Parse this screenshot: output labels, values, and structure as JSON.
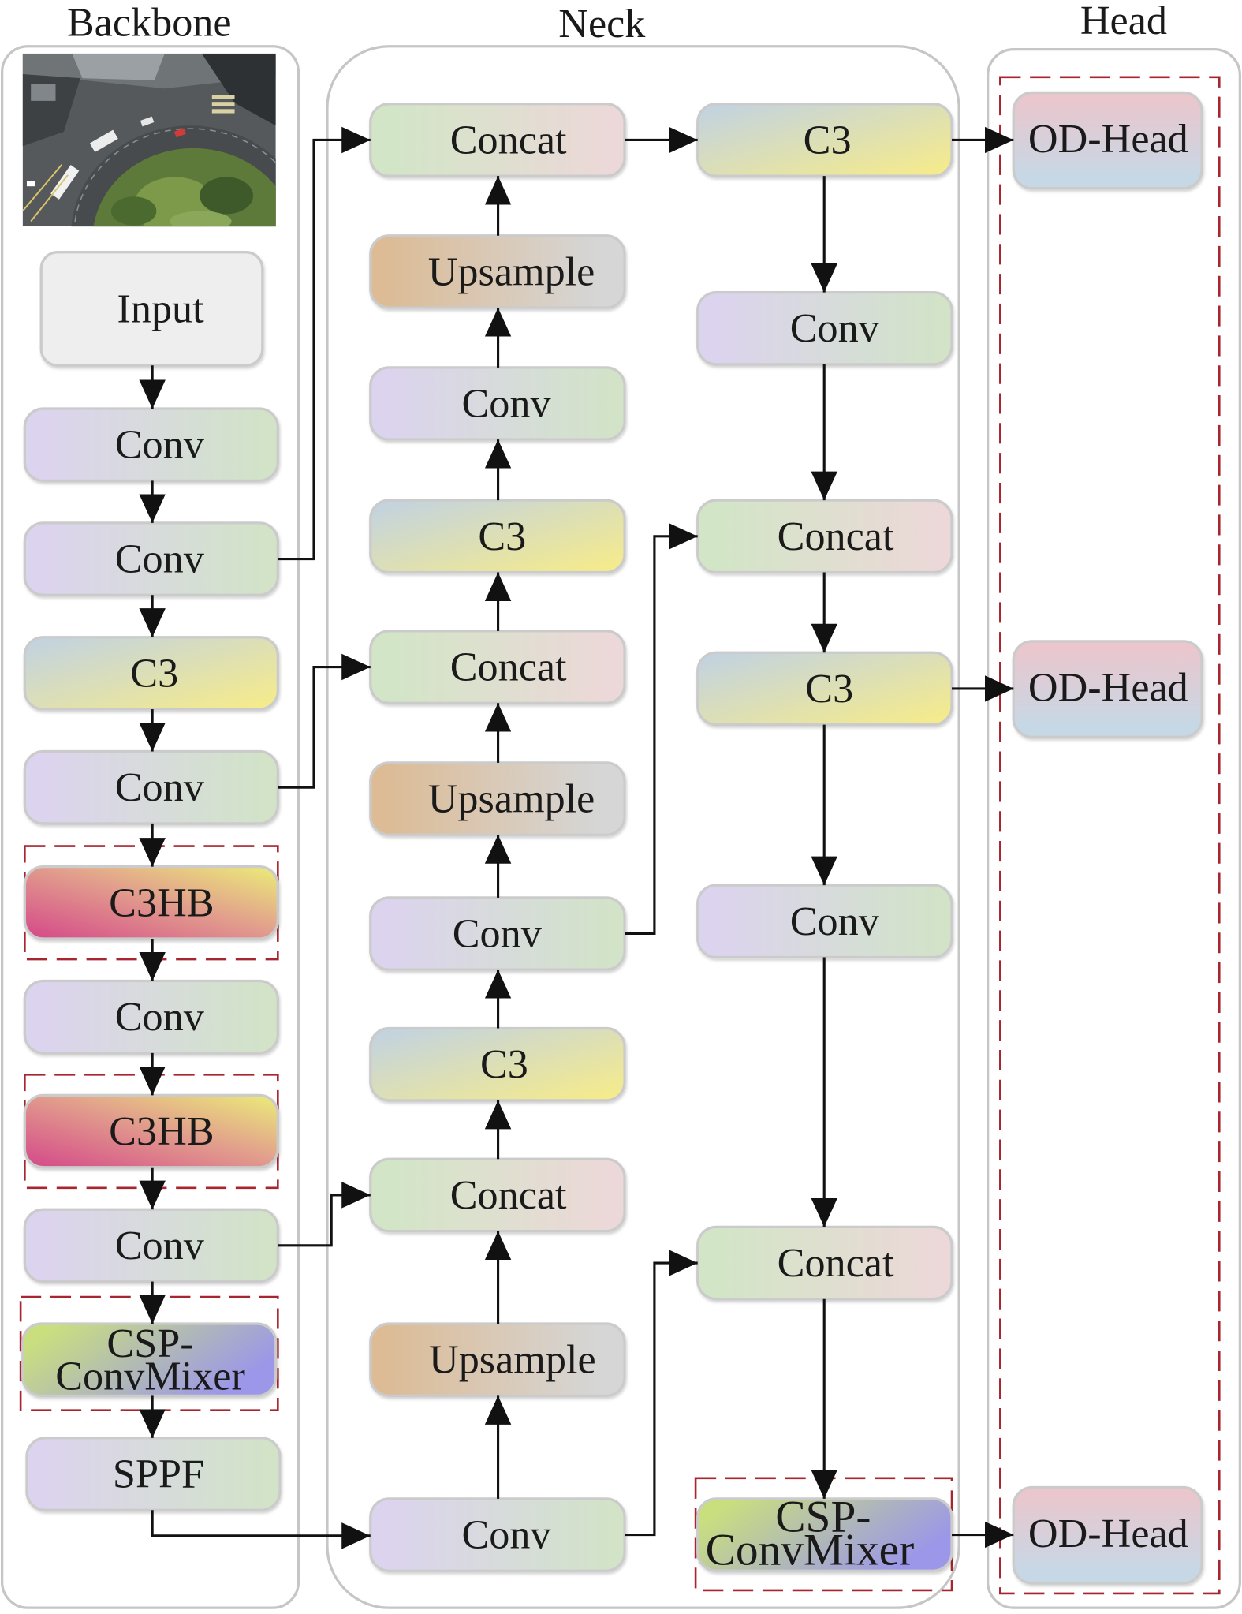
{
  "titles": {
    "backbone": "Backbone",
    "neck": "Neck",
    "head": "Head"
  },
  "backbone": [
    "Input",
    "Conv",
    "Conv",
    "C3",
    "Conv",
    "C3HB",
    "Conv",
    "C3HB",
    "Conv",
    [
      "CSP-",
      "ConvMixer"
    ],
    "SPPF"
  ],
  "neck": {
    "left_column": [
      "Concat",
      "Upsample",
      "Conv",
      "C3",
      "Concat",
      "Upsample",
      "Conv",
      "C3",
      "Concat",
      "Upsample",
      "Conv"
    ],
    "right_column": [
      "C3",
      "Conv",
      "Concat",
      "C3",
      "Conv",
      "Concat",
      [
        "CSP-",
        "ConvMixer"
      ]
    ]
  },
  "head": [
    "OD-Head",
    "OD-Head",
    "OD-Head"
  ],
  "colors": {
    "input": "#eeeeee",
    "conv": [
      "#dcd3ef",
      "#d2e3c8"
    ],
    "c3": [
      "#c3d3df",
      "#f5eb8c"
    ],
    "concat": [
      "#d3e5c7",
      "#ecd8d8"
    ],
    "upsample": [
      "#dcbb95",
      "#d6d6d6"
    ],
    "c3hb": [
      "#d6508a",
      "#e2a08c",
      "#eae47b"
    ],
    "csp_convmixer": [
      "#c9df7e",
      "#9c97e8"
    ],
    "od_head": [
      "#ebc6cc",
      "#c6d8e6"
    ],
    "highlight_dash": "#a8252f",
    "arrow": "#111111"
  }
}
